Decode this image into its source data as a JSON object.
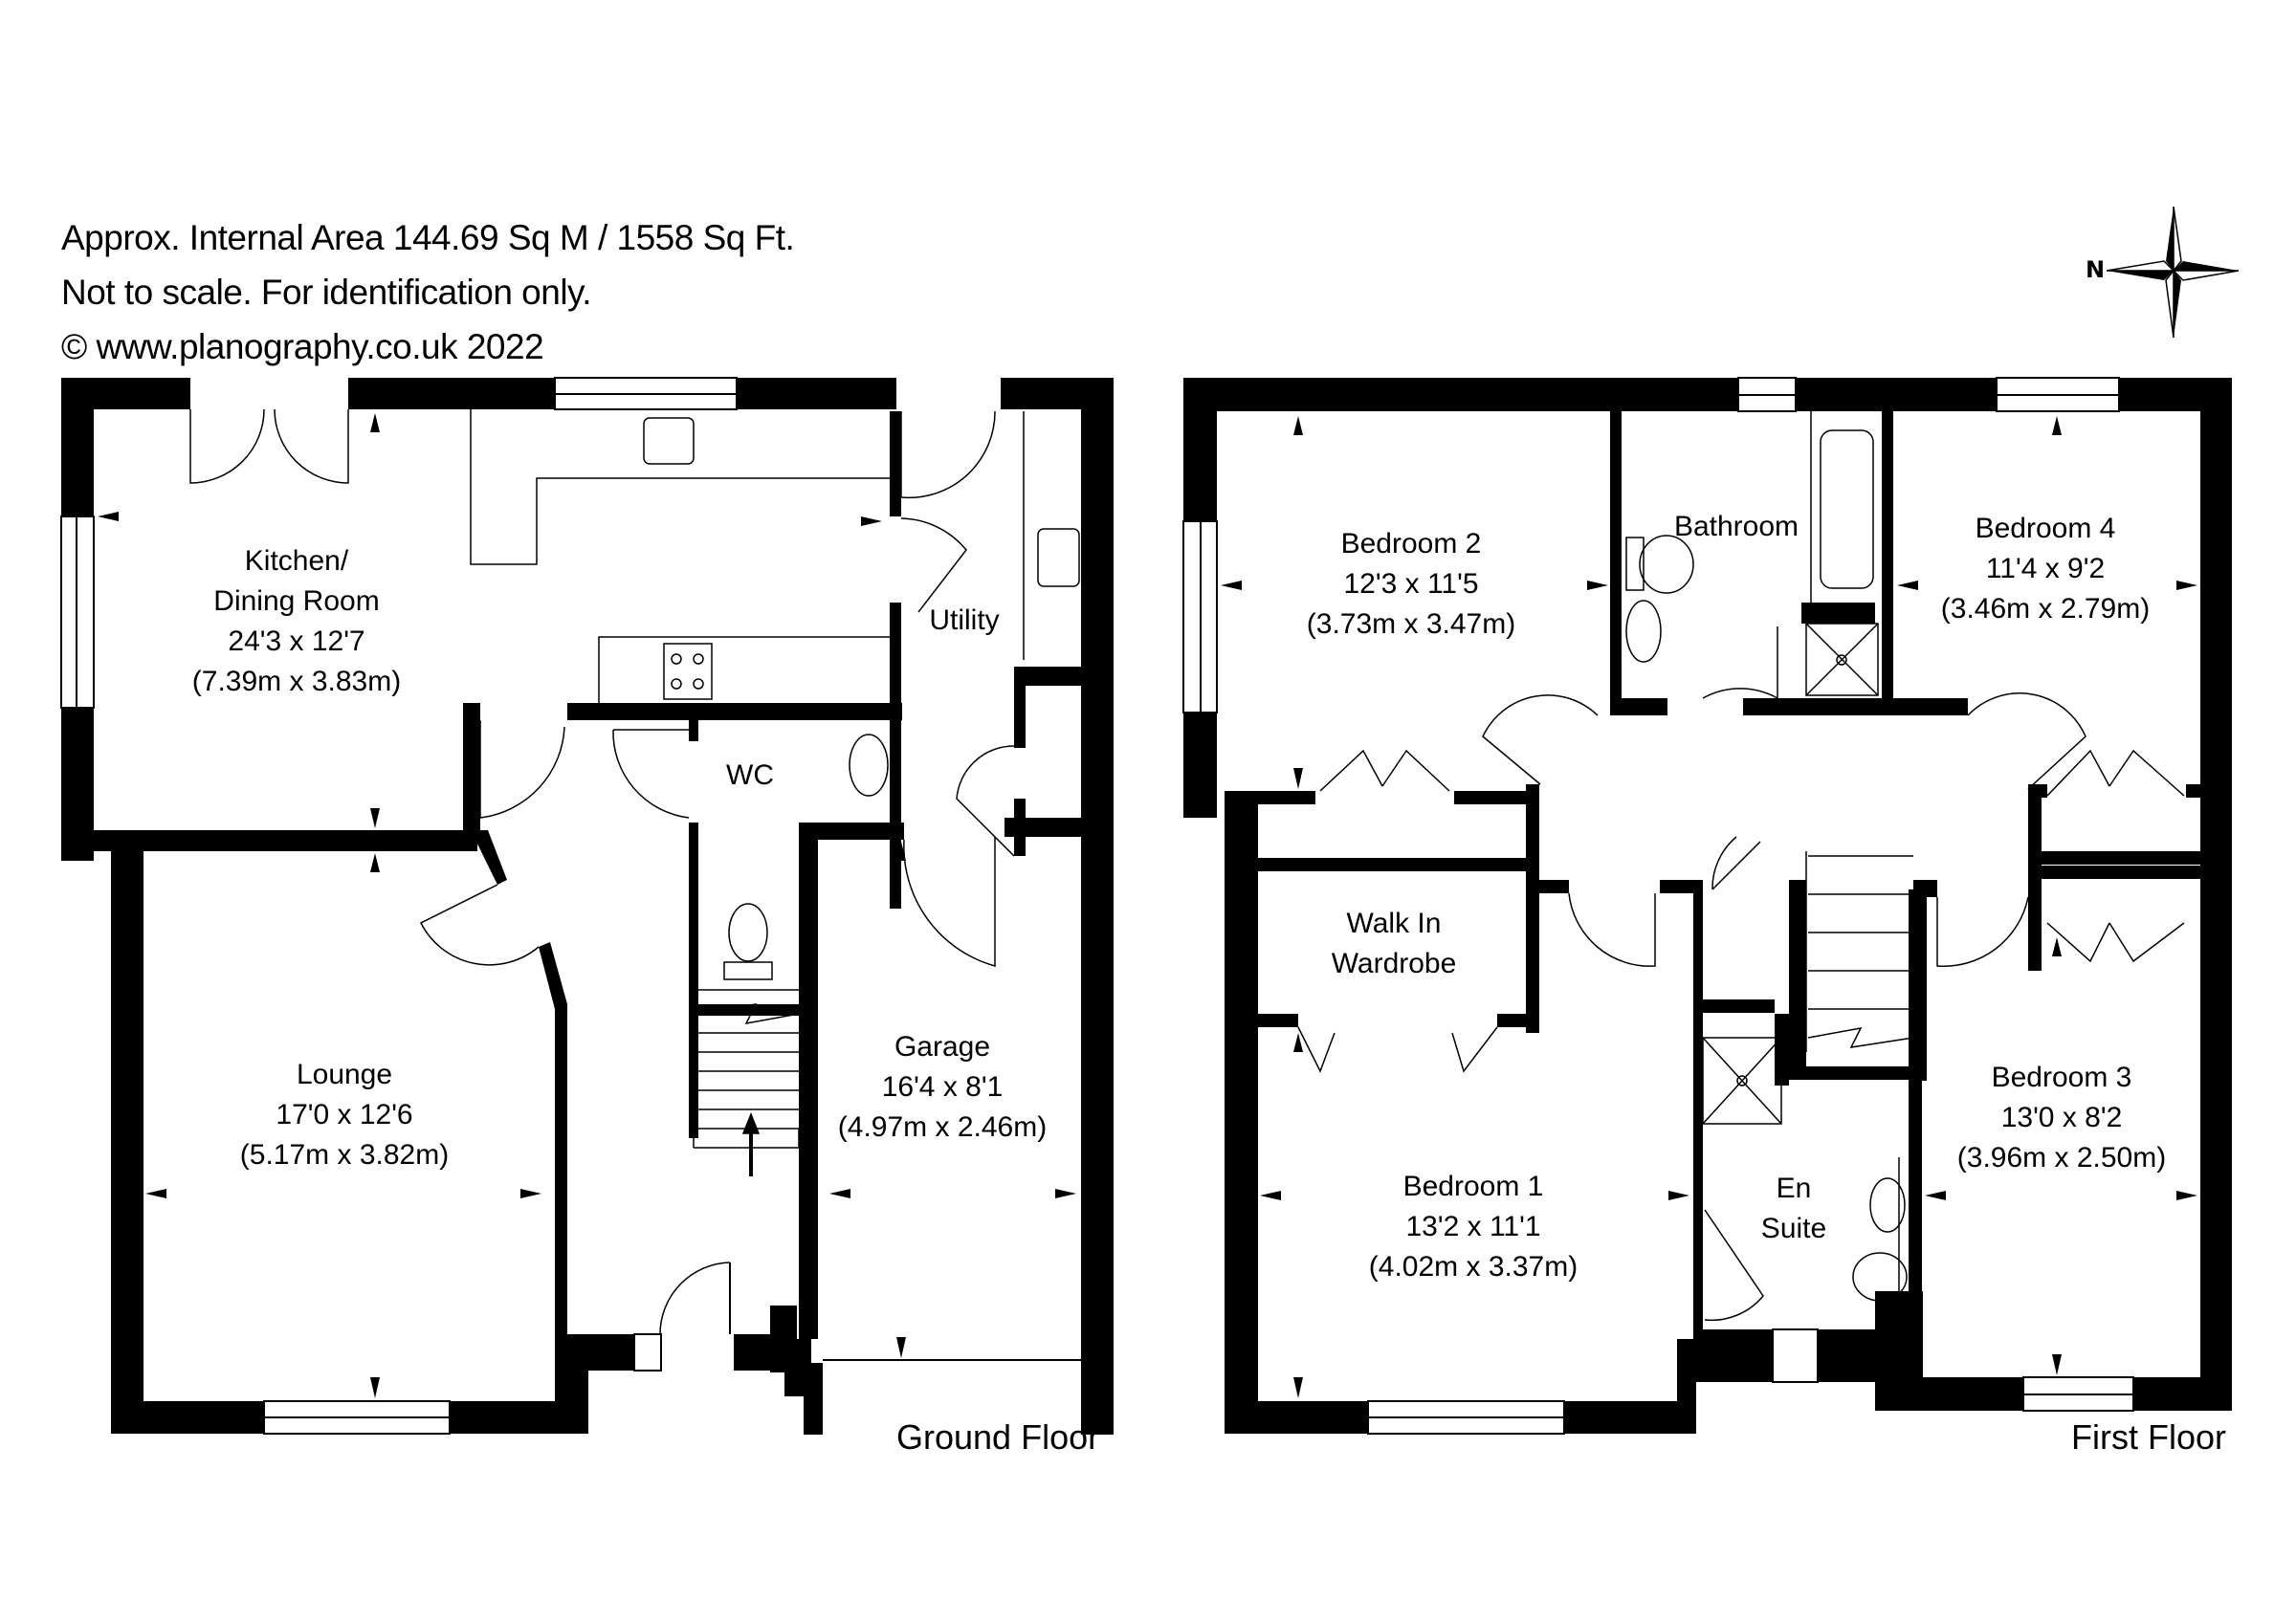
{
  "header": {
    "area_line": "Approx. Internal Area 144.69 Sq M / 1558 Sq Ft.",
    "scale_note": "Not to scale. For identification only.",
    "copyright": "© www.planography.co.uk 2022"
  },
  "compass": {
    "north_label": "N",
    "north_direction": "left"
  },
  "colors": {
    "wall": "#000000",
    "background": "#ffffff",
    "fixture_line": "#000000"
  },
  "floors": {
    "ground": {
      "label": "Ground Floor",
      "rooms": {
        "kitchen": {
          "name_line1": "Kitchen/",
          "name_line2": "Dining Room",
          "imperial": "24'3 x 12'7",
          "metric": "(7.39m x 3.83m)"
        },
        "utility": {
          "name": "Utility"
        },
        "wc": {
          "name": "WC"
        },
        "lounge": {
          "name": "Lounge",
          "imperial": "17'0 x 12'6",
          "metric": "(5.17m x 3.82m)"
        },
        "garage": {
          "name": "Garage",
          "imperial": "16'4 x 8'1",
          "metric": "(4.97m x 2.46m)"
        }
      }
    },
    "first": {
      "label": "First Floor",
      "rooms": {
        "bedroom2": {
          "name": "Bedroom 2",
          "imperial": "12'3 x 11'5",
          "metric": "(3.73m x 3.47m)"
        },
        "bathroom": {
          "name": "Bathroom"
        },
        "bedroom4": {
          "name": "Bedroom 4",
          "imperial": "11'4 x 9'2",
          "metric": "(3.46m x 2.79m)"
        },
        "walkin": {
          "name_line1": "Walk In",
          "name_line2": "Wardrobe"
        },
        "bedroom1": {
          "name": "Bedroom 1",
          "imperial": "13'2 x 11'1",
          "metric": "(4.02m x 3.37m)"
        },
        "ensuite": {
          "name_line1": "En",
          "name_line2": "Suite"
        },
        "bedroom3": {
          "name": "Bedroom 3",
          "imperial": "13'0 x 8'2",
          "metric": "(3.96m x 2.50m)"
        }
      }
    }
  }
}
